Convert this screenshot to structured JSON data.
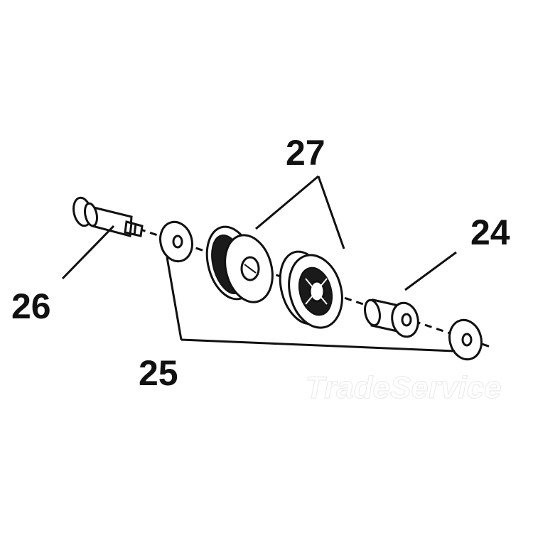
{
  "callouts": {
    "c24": "24",
    "c25": "25",
    "c26": "26",
    "c27": "27"
  },
  "watermark": {
    "brand": "TradeService"
  },
  "colors": {
    "ink": "#111111",
    "background": "#ffffff",
    "watermark": "#ececec"
  }
}
